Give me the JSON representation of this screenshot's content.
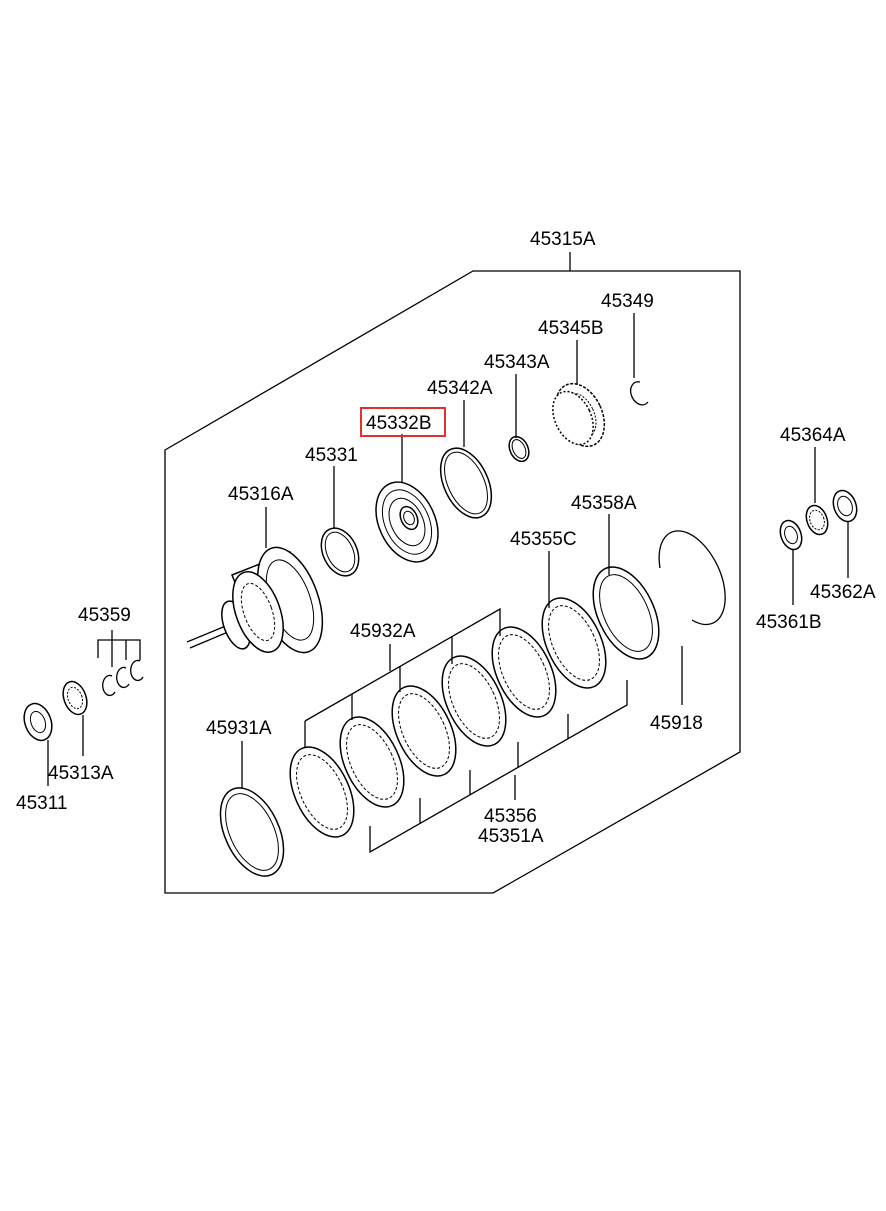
{
  "diagram": {
    "labels": {
      "p45315A": "45315A",
      "p45349": "45349",
      "p45345B": "45345B",
      "p45343A": "45343A",
      "p45342A": "45342A",
      "p45332B": "45332B",
      "p45331": "45331",
      "p45316A": "45316A",
      "p45358A": "45358A",
      "p45355C": "45355C",
      "p45932A": "45932A",
      "p45931A": "45931A",
      "p45918": "45918",
      "p45356": "45356",
      "p45351A": "45351A",
      "p45359": "45359",
      "p45313A": "45313A",
      "p45311": "45311",
      "p45364A": "45364A",
      "p45362A": "45362A",
      "p45361B": "45361B"
    },
    "highlighted_part": "45332B",
    "highlight_color": "#e03030"
  }
}
